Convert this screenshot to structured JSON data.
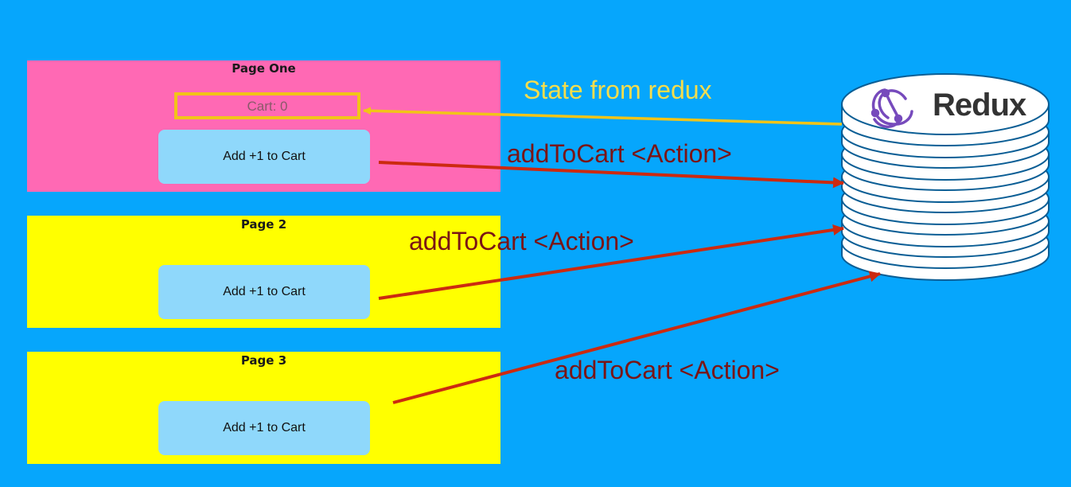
{
  "pages": [
    {
      "title": "Page One",
      "cart_label": "Cart: 0",
      "button_label": "Add +1 to Cart"
    },
    {
      "title": "Page 2",
      "button_label": "Add +1 to Cart"
    },
    {
      "title": "Page 3",
      "button_label": "Add +1 to Cart"
    }
  ],
  "labels": {
    "state": "State from redux",
    "action_1": "addToCart <Action>",
    "action_2": "addToCart <Action>",
    "action_3": "addToCart <Action>"
  },
  "store": {
    "name": "Redux",
    "icon": "redux-logo-icon"
  },
  "colors": {
    "background": "#06a6fc",
    "page_one": "#ff69b4",
    "page_other": "#ffff00",
    "button": "#8fd8fb",
    "state_arrow": "#f2c418",
    "action_arrow": "#cc2a10",
    "redux_purple": "#764abc"
  }
}
